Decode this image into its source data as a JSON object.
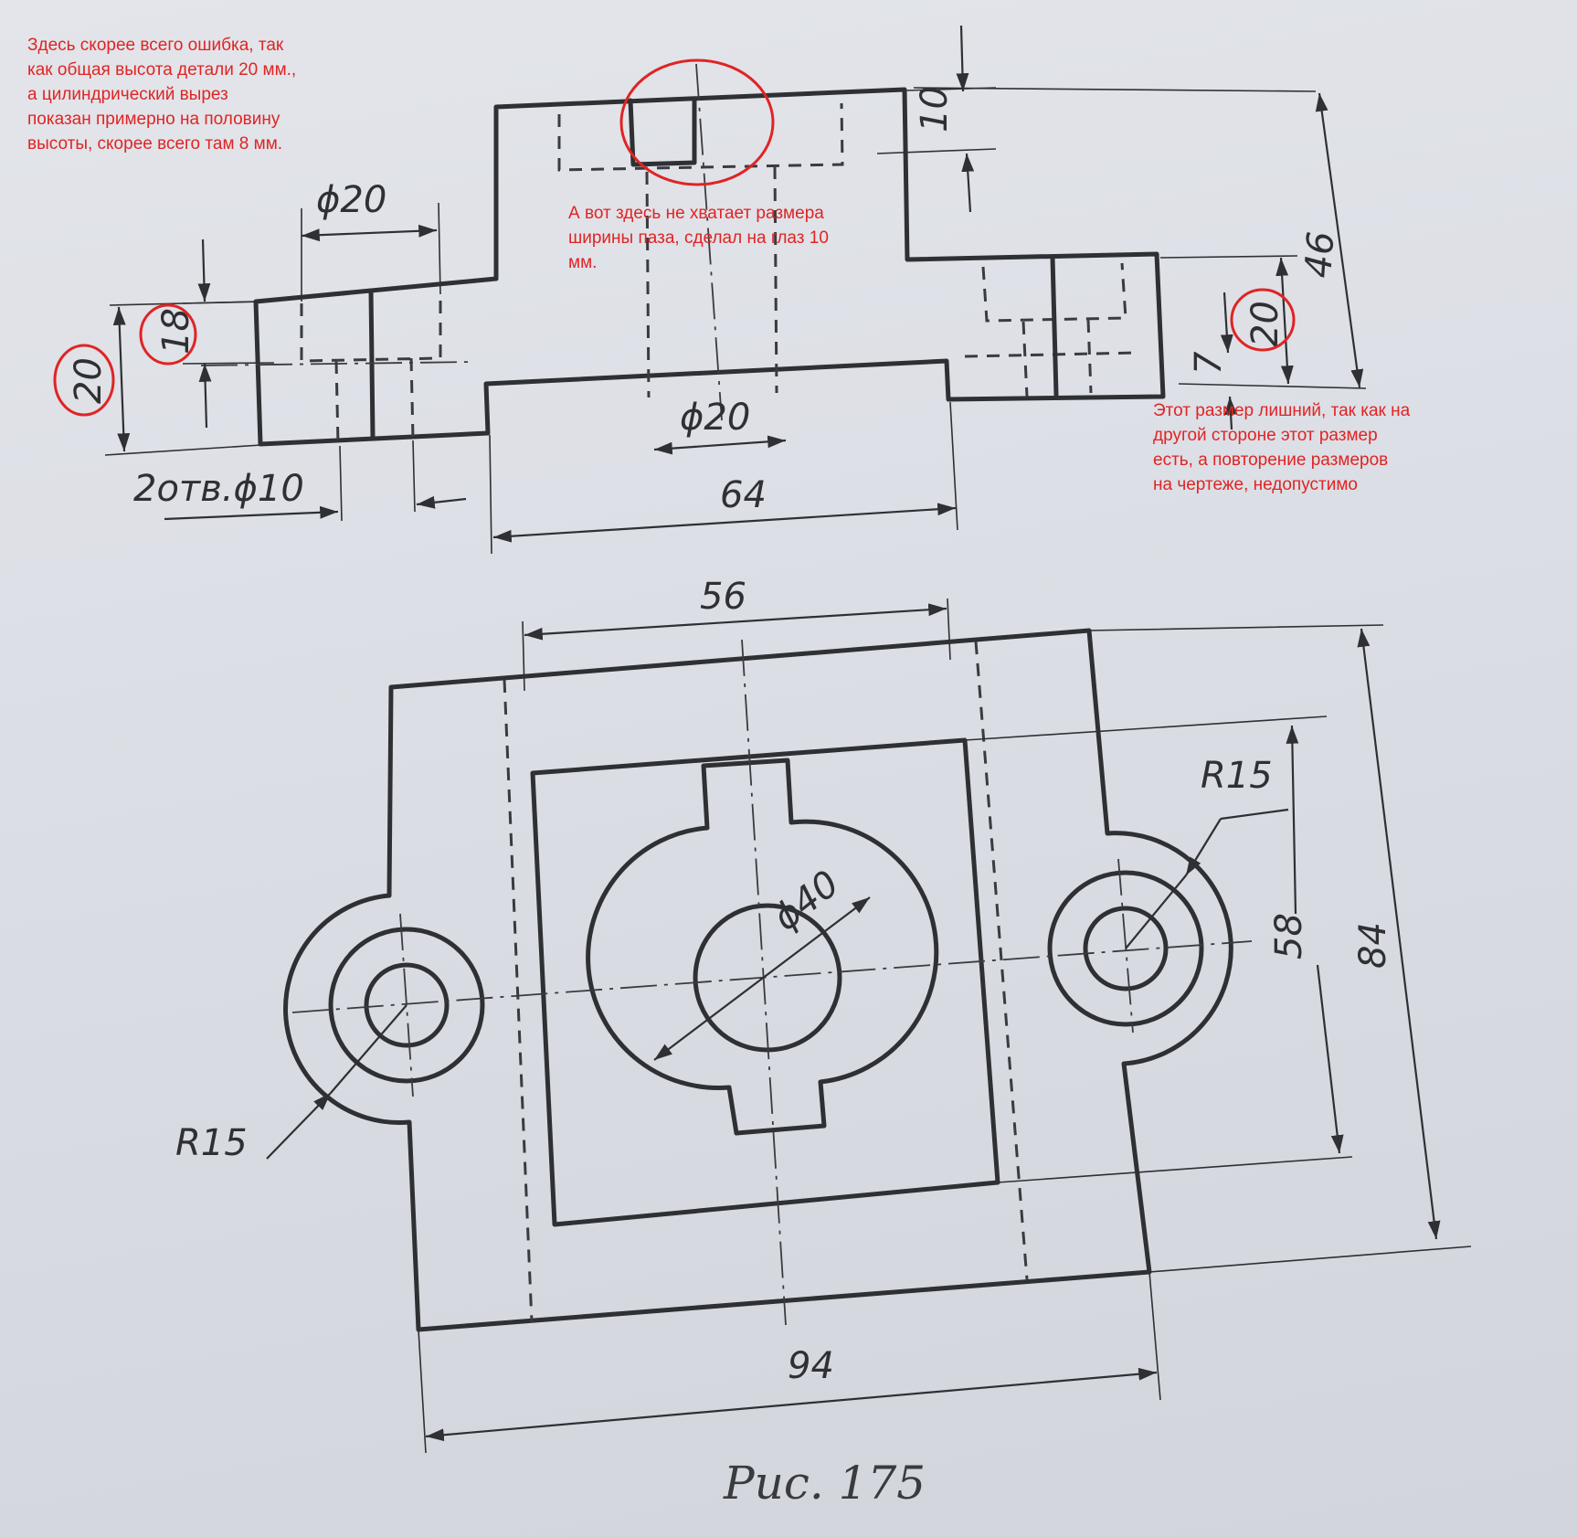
{
  "dimensions": {
    "d10": "10",
    "d46": "46",
    "phi20_top": "ϕ20",
    "d18": "18",
    "d20_left": "20",
    "d20_right": "20",
    "d7": "7",
    "phi20_center": "ϕ20",
    "holes": "2отв.ϕ10",
    "d64": "64",
    "d56": "56",
    "d58": "58",
    "d84": "84",
    "d94": "94",
    "r15_left": "R15",
    "r15_right": "R15",
    "phi40": "ϕ40"
  },
  "caption": "Рис. 175",
  "notes": {
    "top_left": "Здесь скорее всего ошибка, так\nкак общая высота детали 20 мм.,\nа цилиндрический вырез\nпоказан примерно на половину\nвысоты, скорее всего там 8 мм.",
    "center": "А вот здесь не хватает размера\nширины паза, сделал на глаз 10\nмм.",
    "right": "Этот размер лишний, так как на\nдругой стороне этот размер\nесть, а повторение размеров\nна чертеже, недопустимо"
  },
  "colors": {
    "annotation": "#e02424",
    "ink": "#2f3033"
  }
}
